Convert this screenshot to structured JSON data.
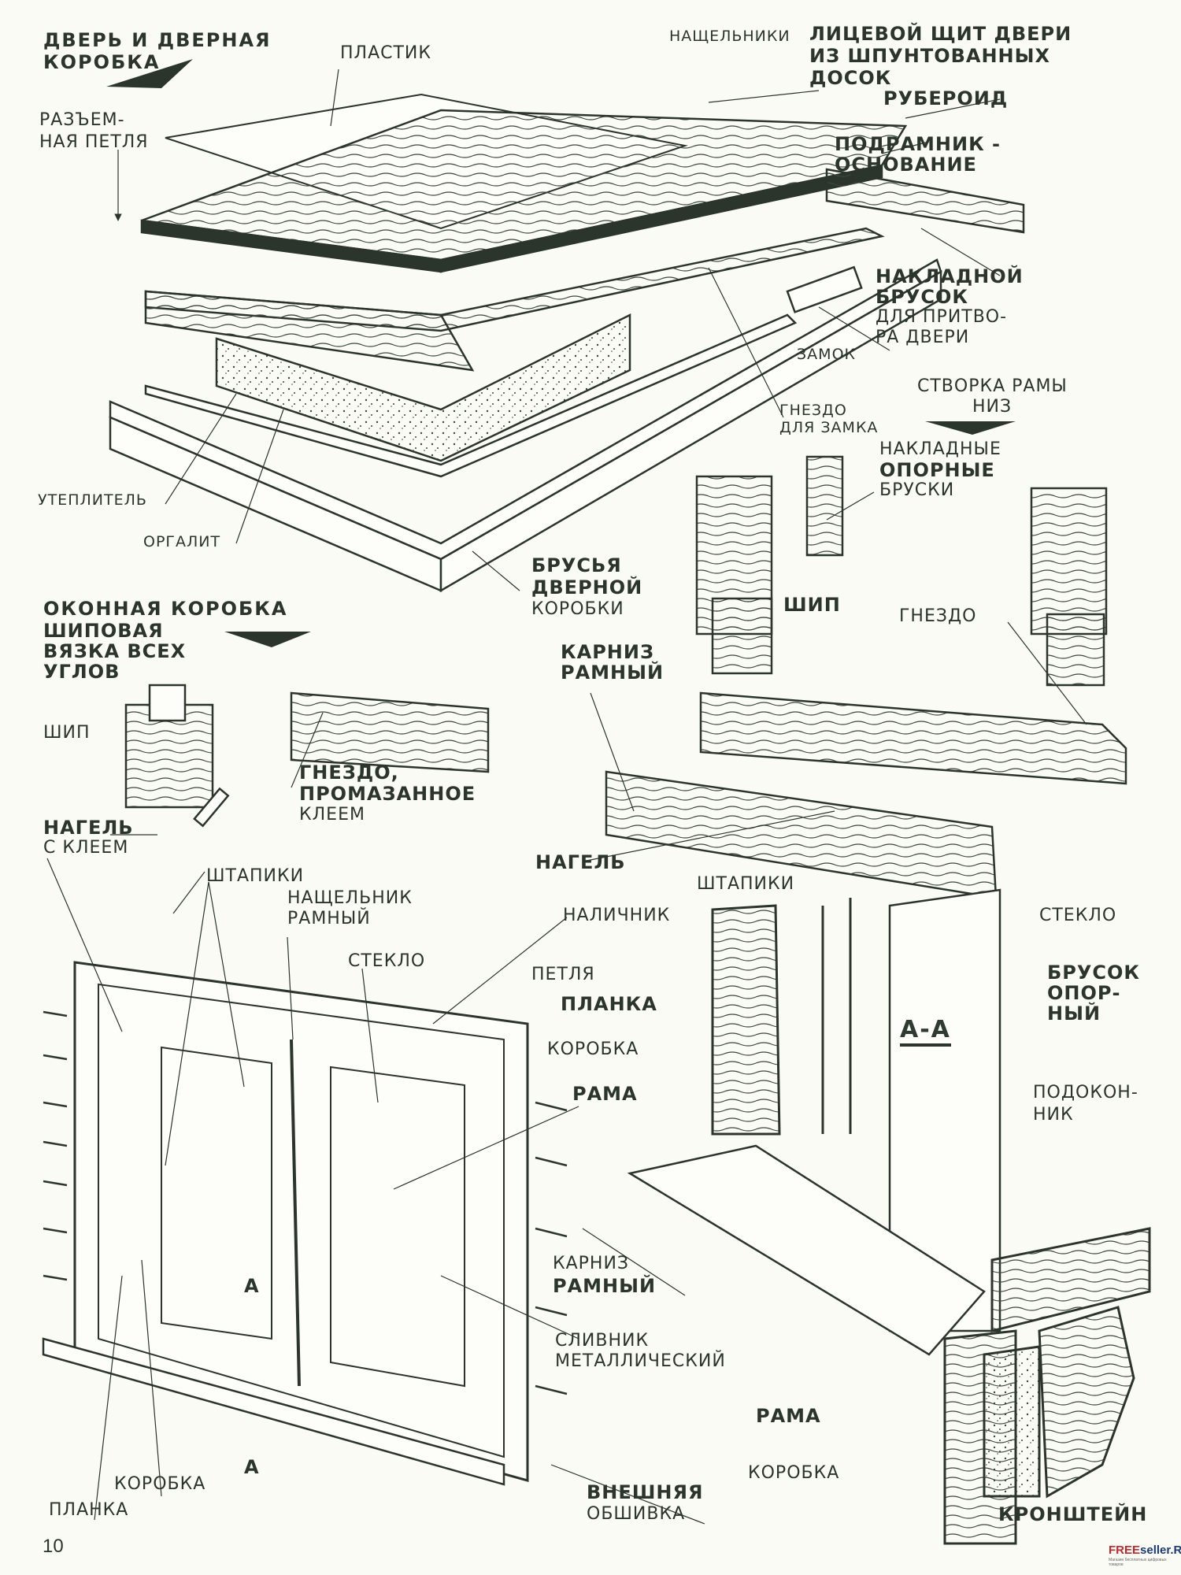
{
  "page": {
    "number": "10",
    "watermark": {
      "brand_red": "FREE",
      "brand_blue": "seller.RV",
      "subtitle": "Магазин бесплатных цифровых товаров"
    }
  },
  "sections": {
    "door": {
      "heading": [
        "ДВЕРЬ И ДВЕРНАЯ",
        "КОРОБКА"
      ],
      "labels": {
        "plastic": "ПЛАСТИК",
        "detachable_hinge": [
          "РАЗЪЕМ-",
          "НАЯ ПЕТЛЯ"
        ],
        "cover_strips": "НАЩЕЛЬНИКИ",
        "face_panel": [
          "ЛИЦЕВОЙ ЩИТ ДВЕРИ",
          "ИЗ ШПУНТОВАННЫХ",
          "ДОСОК"
        ],
        "roofing_felt": "РУБЕРОИД",
        "subframe": [
          "ПОДРАМНИК -",
          "ОСНОВАНИЕ"
        ],
        "overlay_bar": [
          "НАКЛАДНОЙ",
          "БРУСОК",
          "ДЛЯ ПРИТВО-",
          "РА ДВЕРИ"
        ],
        "lock": "ЗАМОК",
        "lock_socket": [
          "ГНЕЗДО",
          "ДЛЯ ЗАМКА"
        ],
        "insulation": "УТЕПЛИТЕЛЬ",
        "hardboard": "ОРГАЛИТ",
        "frame_bars": [
          "БРУСЬЯ",
          "ДВЕРНОЙ",
          "КОРОБКИ"
        ]
      }
    },
    "sash": {
      "heading": [
        "СТВОРКА РАМЫ",
        "НИЗ"
      ],
      "labels": {
        "support_bars": [
          "НАКЛАДНЫЕ",
          "ОПОРНЫЕ",
          "БРУСКИ"
        ],
        "tenon": "ШИП",
        "socket": "ГНЕЗДО",
        "frame_cornice": [
          "КАРНИЗ",
          "РАМНЫЙ"
        ],
        "dowel": "НАГЕЛЬ"
      }
    },
    "window_box": {
      "heading": "ОКОННАЯ КОРОБКА",
      "subheading": [
        "ШИПОВАЯ",
        "ВЯЗКА ВСЕХ",
        "УГЛОВ"
      ],
      "labels": {
        "tenon": "ШИП",
        "socket_glued": [
          "ГНЕЗДО,",
          "ПРОМАЗАННОЕ",
          "КЛЕЕМ"
        ],
        "dowel_glue": [
          "НАГЕЛЬ",
          "С КЛЕЕМ"
        ]
      }
    },
    "window_front": {
      "labels": {
        "glazing_beads": "ШТАПИКИ",
        "frame_cover": [
          "НАЩЕЛЬНИК",
          "РАМНЫЙ"
        ],
        "glass": "СТЕКЛО",
        "frame_cornice": [
          "КАРНИЗ",
          "РАМНЫЙ"
        ],
        "drip_metal": [
          "СЛИВНИК",
          "МЕТАЛЛИЧЕСКИЙ"
        ],
        "box": "КОРОБКА",
        "strip": "ПЛАНКА",
        "external_cladding": [
          "ВНЕШНЯЯ",
          "ОБШИВКА"
        ],
        "section_mark": "А"
      }
    },
    "section_aa": {
      "title": "А-А",
      "labels": {
        "glazing_beads": "ШТАПИКИ",
        "casing": "НАЛИЧНИК",
        "hinge": "ПЕТЛЯ",
        "strip": "ПЛАНКА",
        "box": "КОРОБКА",
        "frame": "РАМА",
        "glass": "СТЕКЛО",
        "support_bar": [
          "БРУСОК",
          "ОПОР-",
          "НЫЙ"
        ],
        "sill": [
          "ПОДОКОН-",
          "НИК"
        ],
        "frame2": "РАМА",
        "box2": "КОРОБКА",
        "bracket": "КРОНШТЕЙН"
      }
    }
  }
}
